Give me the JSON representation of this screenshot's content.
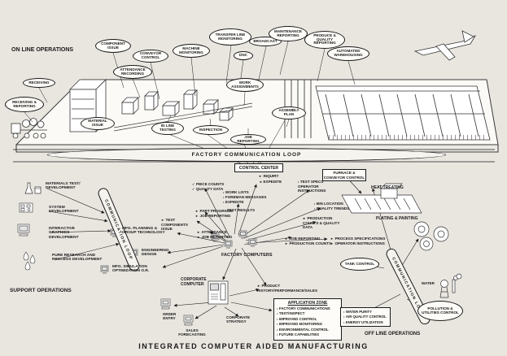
{
  "caption": "INTEGRATED COMPUTER AIDED MANUFACTURING",
  "glyphs": {
    "check": "✓",
    "arrow": "►",
    "left_arrow": "◄",
    "bullet": "•"
  },
  "sections": {
    "on_line": "ON LINE OPERATIONS",
    "support": "SUPPORT OPERATIONS",
    "off_line": "OFF LINE OPERATIONS"
  },
  "loops": {
    "factory": "FACTORY COMMUNICATION LOOP",
    "left": "COMMUNICATION LOOP",
    "right": "COMMUNICATION LOOP"
  },
  "bubbles": {
    "component_issue": "COMPONENT ISSUE",
    "conveyor_control": "CONVEYOR CONTROL",
    "machine_monitoring": "MACHINE MONITORING",
    "transfer_line_monitoring": "TRANSFER LINE MONITORING",
    "dnc": "DNC",
    "broadcast": "BROADCAST",
    "maintenance_reporting": "MAINTENANCE REPORTING",
    "produce_quality_reporting": "PRODUCE & QUALITY REPORTING",
    "automated_warehousing": "AUTOMATED WAREHOUSING",
    "receiving": "RECEIVING",
    "receiving_reporting": "RECEIVING & REPORTING",
    "material_issue": "MATERIAL ISSUE",
    "attendance_recording": "ATTENDANCE RECORDING",
    "in_line_testing": "IN LINE TESTING",
    "inspection": "INSPECTION",
    "work_assignments": "WORK ASSIGNMENTS",
    "assembly_plan": "ASSEMBLY PLAN",
    "job_reporting": "JOB REPORTING"
  },
  "control_center": {
    "title": "CONTROL CENTER",
    "inquiry": "INQUIRY",
    "expedite": "EXPEDITE"
  },
  "flows": {
    "piece_counts": "PIECE COUNTS",
    "quality_data": "QUALITY DATA",
    "part_programs": "PART PROGRAMS",
    "job_reporting_a": "JOB REPORTING",
    "test_components_issue": "TEST COMPONENTS ISSUE",
    "attendance": "ATTENDANCE",
    "job_reporting_b": "JOB REPORTING",
    "work_lists": "WORK LISTS",
    "foreman_messages": "FOREMAN MESSAGES",
    "expedite": "EXPEDITE",
    "test_results": "TEST RESULTS",
    "test_specs": "TEST SPECS OPERATOR INSTRUCTIONS",
    "bin_location": "BIN LOCATION",
    "quality_trends": "QUALITY TRENDS",
    "production_counts_quality": "PRODUCTION COUNTS & QUALITY DATA",
    "job_reporting_c": "JOB REPORTING",
    "production_counts": "PRODUCTION COUNTS",
    "process_specifications": "PROCESS SPECIFICATIONS",
    "operator_instructions": "OPERATOR INSTRUCTIONS"
  },
  "hub": {
    "factory_computers": "FACTORY COMPUTERS"
  },
  "support": {
    "materials_test": "MATERIALS TEST/ DEVELOPMENT",
    "system_development": "SYSTEM DEVELOPMENT",
    "interactive_graphics": "INTERACTIVE GRAPHICS DEVELOPMENT",
    "pure_research": "PURE RESEARCH AND PROCESS DEVELOPMENT"
  },
  "planning": {
    "mfg_planning": "MFG. PLANNING & GROUP TECHNOLOGY",
    "engineering_design": "ENGINEERING DESIGN",
    "mfg_simulation": "MFG. SIMULATION OPTIMIZATION O.R."
  },
  "corporate": {
    "computer": "CORPORATE COMPUTER",
    "order_entry": "ORDER ENTRY",
    "sales_forecasting": "SALES FORECASTING",
    "corporate_strategy": "CORPORATE STRATEGY",
    "product_history": "PRODUCT HISTORY/PERFORMANCE/SALES"
  },
  "application_zone": {
    "title": "APPLICATION ZONE",
    "items": [
      "FACTORY COMMUNICATIONS",
      "TEST/INSPECT",
      "IMPROVED CONTROL",
      "IMPROVED MONITORING",
      "ENVIRONMENTAL CONTROL",
      "FUTURE CAPABILITIES"
    ]
  },
  "off_line": {
    "furnace_conveyor": "FURNACE & CONVEYOR CONTROL",
    "heat_treating": "HEAT TREATING",
    "plating_painting": "PLATING & PAINTING",
    "tank_control": "TANK CONTROL",
    "water": "WATER",
    "utilities": [
      "WATER PURITY",
      "AIR QUALITY CONTROL",
      "ENERGY UTILIZATION"
    ],
    "pollution_utilities": "POLLUTION & UTILITIES CONTROL"
  },
  "colors": {
    "ink": "#1a1a1a",
    "paper": "#e9e6e0"
  }
}
